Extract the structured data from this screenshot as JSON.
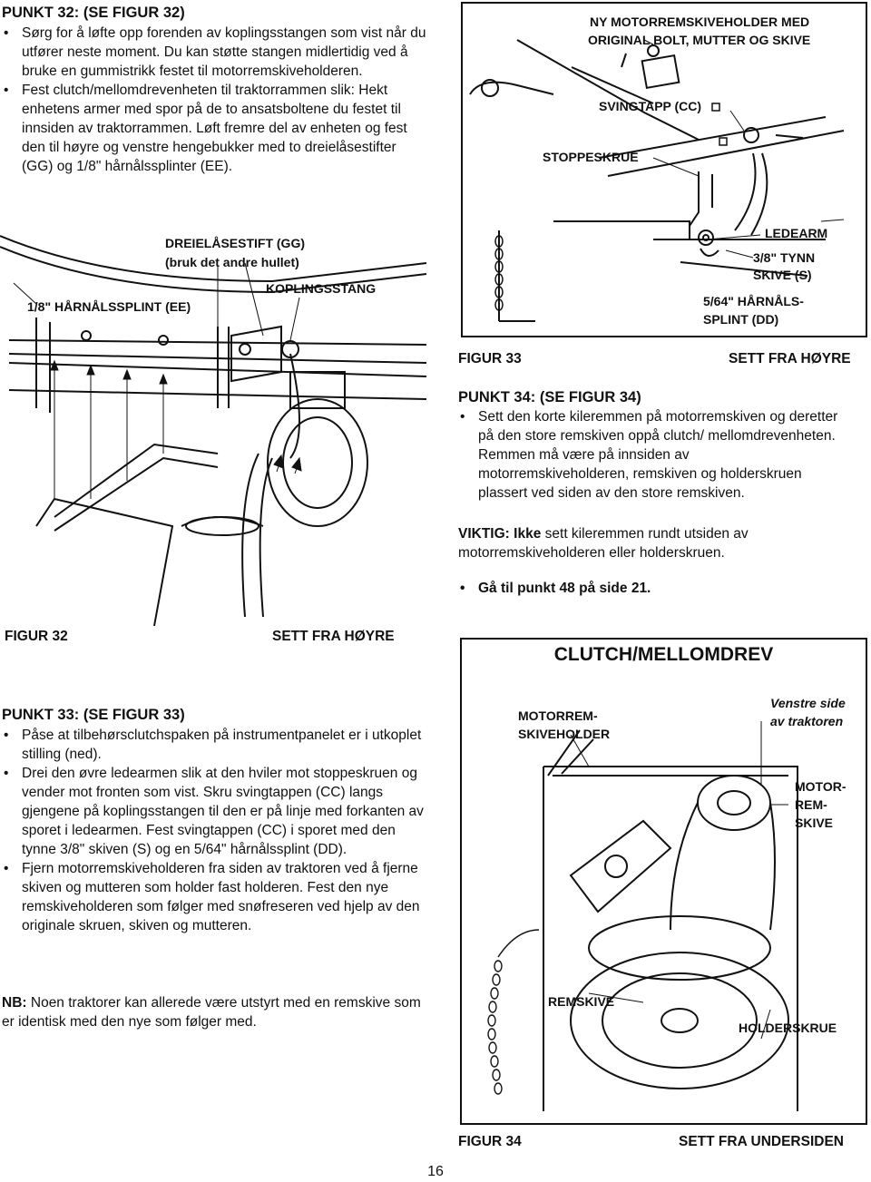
{
  "punkt32": {
    "heading": "PUNKT 32: (SE FIGUR 32)",
    "bullets": [
      "Sørg for å løfte opp forenden av koplingsstangen som vist når du utfører neste moment. Du kan støtte stangen midlertidig ved å bruke en gummistrikk festet til motorremskiveholderen.",
      "Fest clutch/mellomdrevenheten til traktorrammen slik: Hekt enhetens armer med spor på de to ansatsboltene du festet til innsiden av traktorrammen. Løft fremre del av enheten og fest den til høyre og venstre hengebukker med to dreielåsestifter (GG) og 1/8\" hårnålssplinter (EE)."
    ]
  },
  "figur32": {
    "label_gg_1": "DREIELÅSESTIFT (GG)",
    "label_gg_2": "(bruk det andre hullet)",
    "label_koplingsstang": "KOPLINGSSTANG",
    "label_ee": "1/8\" HÅRNÅLSSPLINT (EE)",
    "caption_left": "FIGUR 32",
    "caption_right": "SETT FRA HØYRE"
  },
  "figur33": {
    "label_top_1": "NY MOTORREMSKIVEHOLDER MED",
    "label_top_2": "ORIGINAL BOLT, MUTTER OG SKIVE",
    "label_svingtapp": "SVINGTAPP (CC)",
    "label_stoppeskrue": "STOPPESKRUE",
    "label_ledearm": "LEDEARM",
    "label_skive_1": "3/8\" TYNN",
    "label_skive_2": "SKIVE (S)",
    "label_splint_1": "5/64\" HÅRNÅLS-",
    "label_splint_2": "SPLINT (DD)",
    "caption_left": "FIGUR 33",
    "caption_right": "SETT FRA HØYRE"
  },
  "punkt34": {
    "heading": "PUNKT 34: (SE FIGUR 34)",
    "bullets": [
      "Sett den korte kileremmen på motorremskiven og deretter på den store remskiven oppå clutch/ mellomdrevenheten. Remmen må være på innsiden av motorremskiveholderen, remskiven og holderskruen plassert ved siden av den store remskiven."
    ],
    "viktig_label": "VIKTIG:",
    "viktig_strong": "Ikke",
    "viktig_text": "sett kileremmen rundt utsiden av motorremskiveholderen eller holderskruen.",
    "goto": "Gå til punkt 48 på side 21."
  },
  "figur34": {
    "title": "CLUTCH/MELLOMDREV",
    "label_holder_1": "MOTORREM-",
    "label_holder_2": "SKIVEHOLDER",
    "label_side_1": "Venstre side",
    "label_side_2": "av traktoren",
    "label_motor_1": "MOTOR-",
    "label_motor_2": "REM-",
    "label_motor_3": "SKIVE",
    "label_remskive": "REMSKIVE",
    "label_holderskrue": "HOLDERSKRUE",
    "caption_left": "FIGUR 34",
    "caption_right": "SETT FRA UNDERSIDEN"
  },
  "punkt33": {
    "heading": "PUNKT 33: (SE FIGUR 33)",
    "bullets": [
      "Påse at tilbehørsclutchspaken på instrumentpanelet er i utkoplet stilling (ned).",
      "Drei den øvre ledearmen slik at den hviler mot stoppeskruen og vender mot fronten som vist. Skru svingtappen (CC) langs gjengene på koplingsstangen til den er på linje med forkanten av sporet i ledearmen. Fest svingtappen (CC) i sporet med den tynne 3/8\" skiven (S) og en 5/64\" hårnålssplint (DD).",
      "Fjern motorremskiveholderen fra siden av traktoren ved å fjerne skiven og mutteren som holder fast holderen. Fest den nye remskiveholderen som følger med snøfreseren ved hjelp av den originale skruen, skiven og mutteren."
    ]
  },
  "nb": {
    "label": "NB:",
    "text": "Noen traktorer kan allerede være utstyrt med en remskive som er identisk med den nye som følger med."
  },
  "page_number": "16"
}
